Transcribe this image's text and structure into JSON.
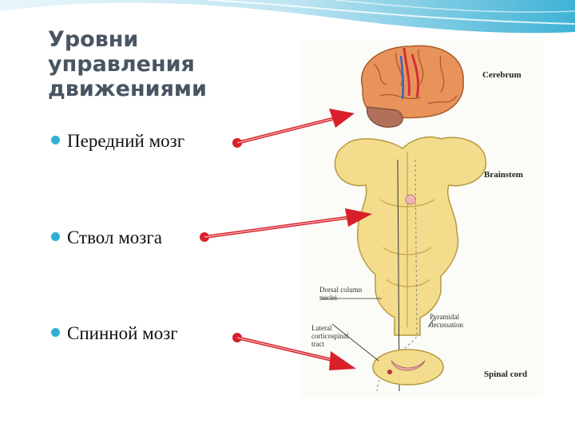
{
  "title_lines": [
    "Уровни",
    "управления",
    "движениями"
  ],
  "bullets": [
    "Передний мозг",
    "Ствол мозга",
    "Спинной мозг"
  ],
  "diagram": {
    "labels": {
      "cerebrum": "Cerebrum",
      "brainstem": "Brainstem",
      "spinal_cord": "Spinal cord"
    },
    "annotations": {
      "dorsal_column_nuclei": [
        "Dorsal column",
        "nuclei"
      ],
      "pyramidal_decussation": [
        "Pyramidal",
        "decussation"
      ],
      "lateral_corticospinal_tract": [
        "Lateral",
        "corticospinal",
        "tract"
      ]
    }
  },
  "colors": {
    "accent_bullet": "#2db0d3",
    "arrow": "#d9202a",
    "title": "#4a5563",
    "wave": "#3fb3d6"
  }
}
